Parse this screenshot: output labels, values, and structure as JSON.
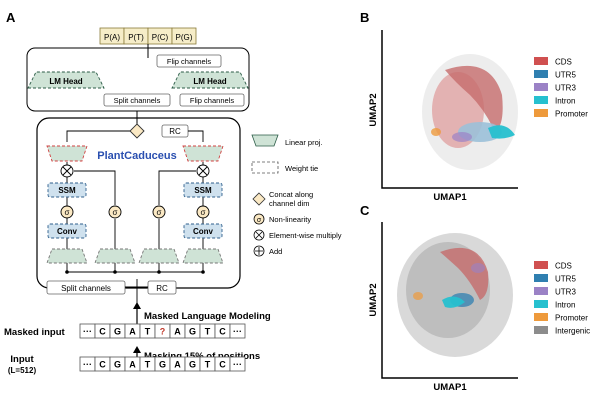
{
  "panels": {
    "a": "A",
    "b": "B",
    "c": "C"
  },
  "probs": [
    "P(A)",
    "P(T)",
    "P(C)",
    "P(G)"
  ],
  "head": {
    "flip_top": "Flip channels",
    "lm_head_left": "LM Head",
    "lm_head_right": "LM Head",
    "split": "Split channels",
    "flip_bottom": "Flip channels"
  },
  "model": {
    "name": "PlantCaduceus",
    "rc_top": "RC",
    "rc_bottom": "RC",
    "ssm": "SSM",
    "conv": "Conv",
    "sigma": "σ",
    "split": "Split channels"
  },
  "legend": {
    "linear_proj": "Linear proj.",
    "weight_tie": "Weight tie",
    "concat": [
      "Concat along",
      "channel dim"
    ],
    "nonlinearity": "Non-linearity",
    "multiply": "Element-wise multiply",
    "add": "Add"
  },
  "mlm": "Masked Language Modeling",
  "masking": "Masking 15% of positions",
  "masked_input": {
    "label": "Masked input",
    "tokens": [
      "···",
      "C",
      "G",
      "A",
      "T",
      "?",
      "A",
      "G",
      "T",
      "C",
      "···"
    ]
  },
  "input": {
    "label": "Input",
    "sublabel": "(L=512)",
    "tokens": [
      "···",
      "C",
      "G",
      "A",
      "T",
      "G",
      "A",
      "G",
      "T",
      "C",
      "···"
    ]
  },
  "umap": {
    "xlabel": "UMAP1",
    "ylabel": "UMAP2",
    "legend_b": [
      {
        "label": "CDS",
        "color": "#d05050"
      },
      {
        "label": "UTR5",
        "color": "#2f7fb0"
      },
      {
        "label": "UTR3",
        "color": "#9b82c6"
      },
      {
        "label": "Intron",
        "color": "#26c0cf"
      },
      {
        "label": "Promoter",
        "color": "#ee9a3c"
      }
    ],
    "legend_c": [
      {
        "label": "CDS",
        "color": "#d05050"
      },
      {
        "label": "UTR5",
        "color": "#2f7fb0"
      },
      {
        "label": "UTR3",
        "color": "#9b82c6"
      },
      {
        "label": "Intron",
        "color": "#26c0cf"
      },
      {
        "label": "Promoter",
        "color": "#ee9a3c"
      },
      {
        "label": "Intergenic",
        "color": "#8c8c8c"
      }
    ]
  },
  "colors": {
    "prob_fill": "#f6edc8",
    "prob_stroke": "#8a7a3a",
    "green_fill": "#cfe3d6",
    "blue_fill": "#cfe1ee",
    "title_blue": "#2a4fb0",
    "mask_red": "#c0392b",
    "red_dash": "#d04040"
  }
}
